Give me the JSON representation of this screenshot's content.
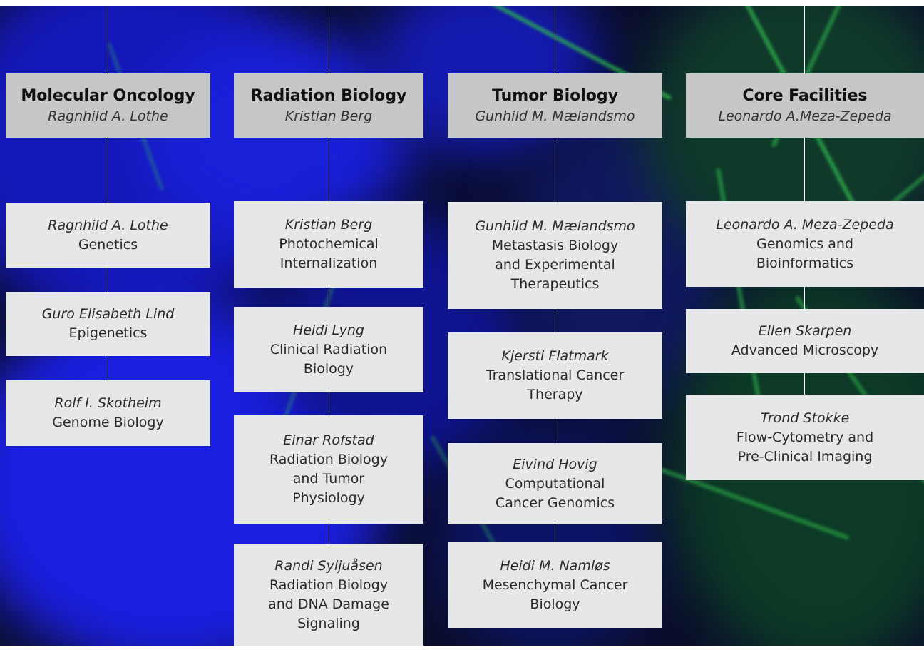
{
  "columns": [
    {
      "title": "Molecular Oncology",
      "leader": "Ragnhild A. Lothe",
      "groups": [
        {
          "name": "Ragnhild A. Lothe",
          "unit": "Genetics"
        },
        {
          "name": "Guro Elisabeth Lind",
          "unit": "Epigenetics"
        },
        {
          "name": "Rolf I. Skotheim",
          "unit": "Genome Biology"
        }
      ]
    },
    {
      "title": "Radiation Biology",
      "leader": "Kristian Berg",
      "groups": [
        {
          "name": "Kristian Berg",
          "unit": "Photochemical\nInternalization"
        },
        {
          "name": "Heidi Lyng",
          "unit": "Clinical Radiation\nBiology"
        },
        {
          "name": "Einar Rofstad",
          "unit": "Radiation Biology\nand Tumor\nPhysiology"
        },
        {
          "name": "Randi Syljuåsen",
          "unit": "Radiation Biology\nand DNA Damage\nSignaling"
        }
      ]
    },
    {
      "title": "Tumor Biology",
      "leader": "Gunhild M. Mælandsmo",
      "groups": [
        {
          "name": "Gunhild M. Mælandsmo",
          "unit": "Metastasis Biology\nand Experimental\nTherapeutics"
        },
        {
          "name": "Kjersti Flatmark",
          "unit": "Translational Cancer\nTherapy"
        },
        {
          "name": "Eivind Hovig",
          "unit": "Computational\nCancer Genomics"
        },
        {
          "name": "Heidi M. Namløs",
          "unit": "Mesenchymal Cancer\nBiology"
        }
      ]
    },
    {
      "title": "Core Facilities",
      "leader": "Leonardo A.Meza-Zepeda",
      "groups": [
        {
          "name": "Leonardo A. Meza-Zepeda",
          "unit": "Genomics and\nBioinformatics"
        },
        {
          "name": "Ellen Skarpen",
          "unit": "Advanced Microscopy"
        },
        {
          "name": "Trond Stokke",
          "unit": "Flow-Cytometry and\nPre-Clinical Imaging"
        }
      ]
    }
  ],
  "colors": {
    "header_box": "#c6c7c9",
    "group_box": "#e6e7e9",
    "connector": "#ffffff",
    "background_blue": "#1a1fd0",
    "background_green": "#2fbf4a"
  }
}
